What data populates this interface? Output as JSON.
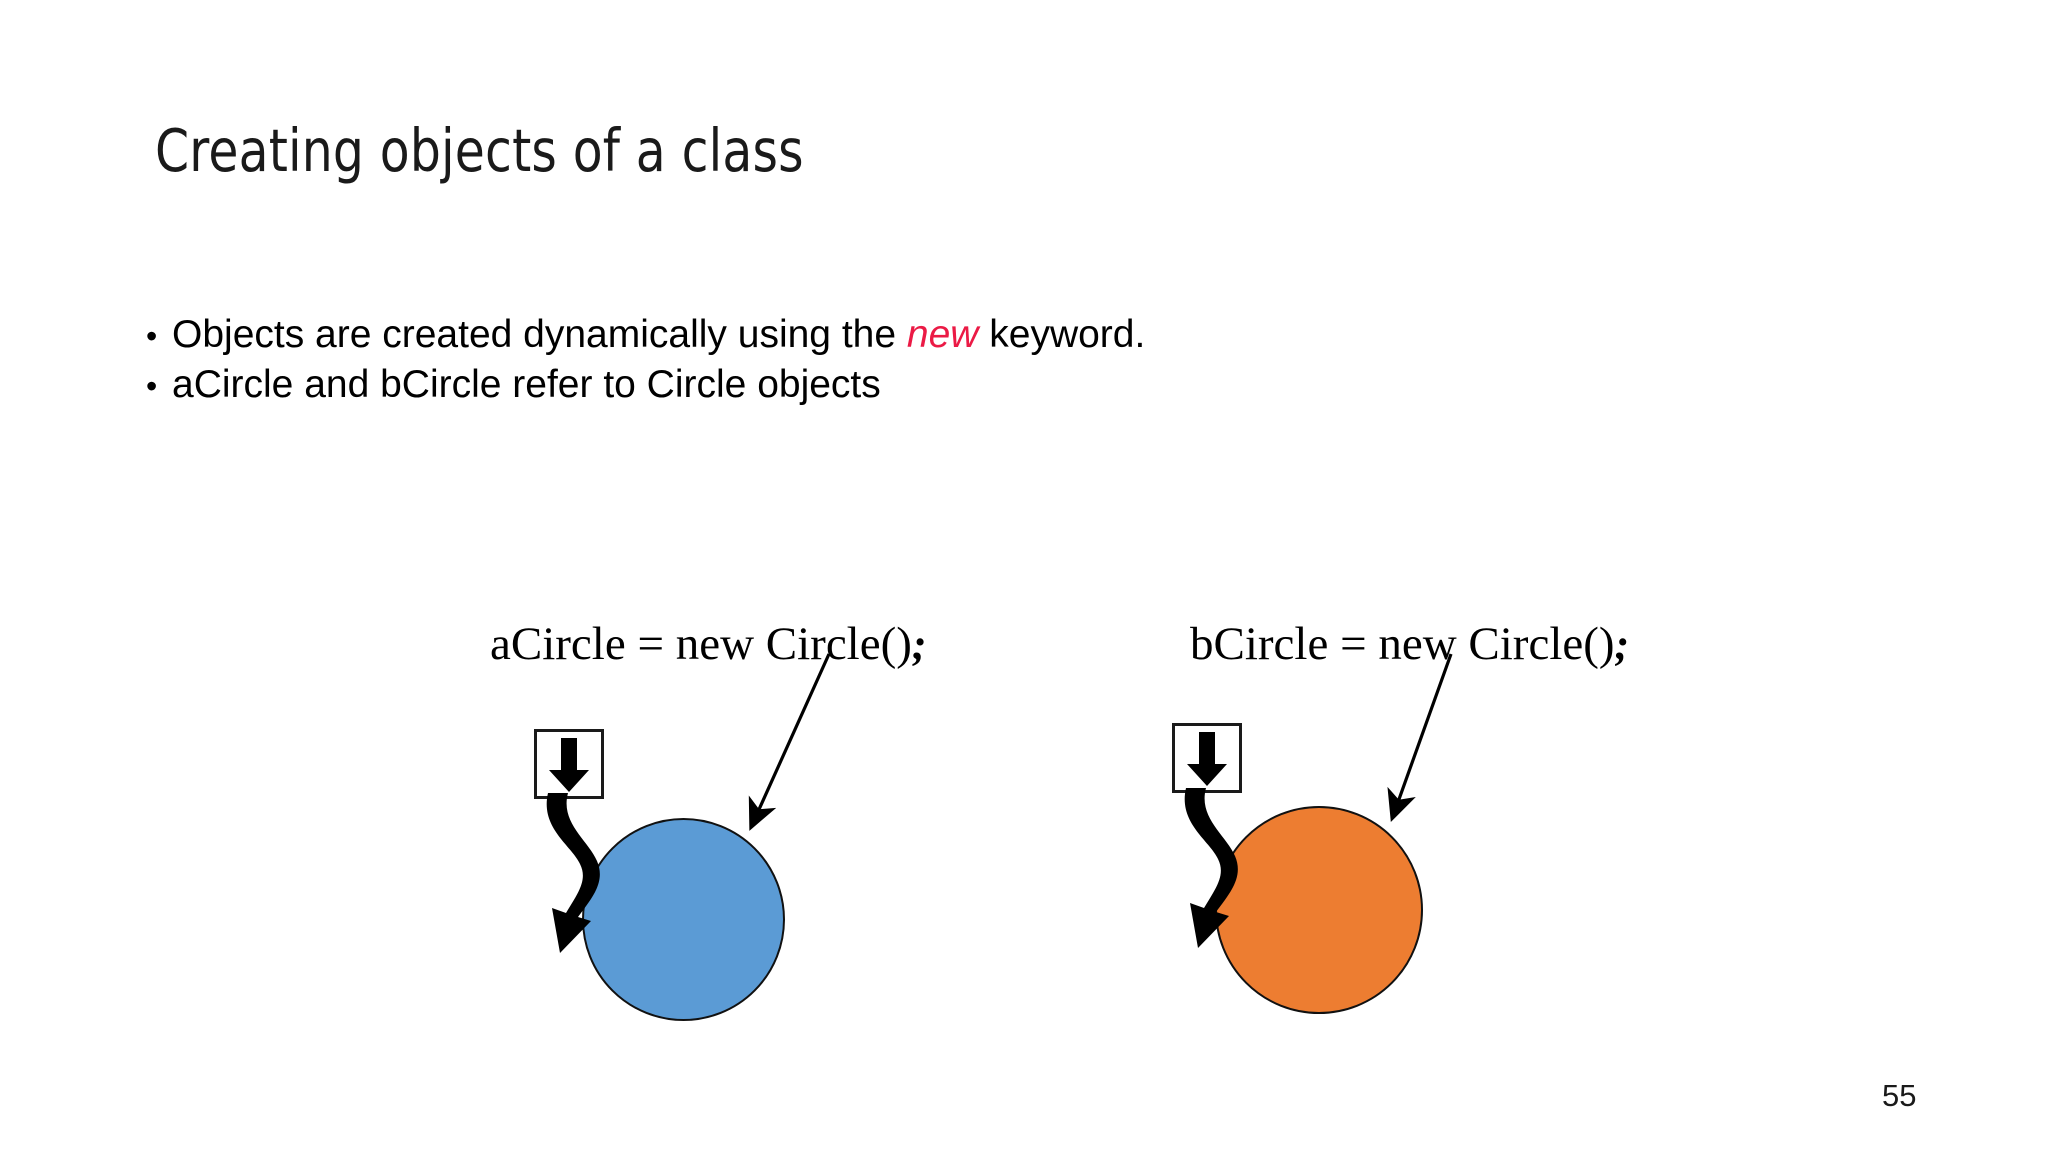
{
  "slide": {
    "title": "Creating objects of a class",
    "page_number": "55",
    "background_color": "#FFFFFF"
  },
  "bullets": [
    {
      "marker": "•",
      "text_before": "Objects are created dynamically using the ",
      "keyword": "new",
      "keyword_color": "#EB1A45",
      "text_after": " keyword."
    },
    {
      "marker": "•",
      "text_before": "aCircle and bCircle refer to Circle objects",
      "keyword": "",
      "keyword_color": "#EB1A45",
      "text_after": ""
    }
  ],
  "diagram": {
    "left": {
      "code": "aCircle = new Circle()",
      "terminator": ";",
      "circle_color": "#5B9BD5",
      "circle_outline_color": "#111111",
      "reference_box_label": "down-arrow"
    },
    "right": {
      "code": "bCircle = new Circle()",
      "terminator": ";",
      "circle_color": "#ED7D31",
      "circle_outline_color": "#111111",
      "reference_box_label": "down-arrow"
    }
  }
}
